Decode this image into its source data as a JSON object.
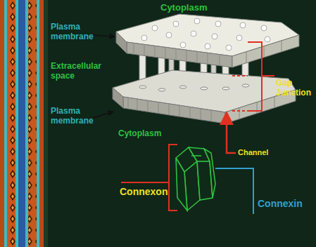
{
  "diagram": {
    "labels": [
      "Cytoplasm",
      "Plasma membrane",
      "Extracellular space",
      "Plasma membrane",
      "Cytoplasm",
      "Gap Junction",
      "Channel",
      "Connexon",
      "Connexin"
    ]
  }
}
